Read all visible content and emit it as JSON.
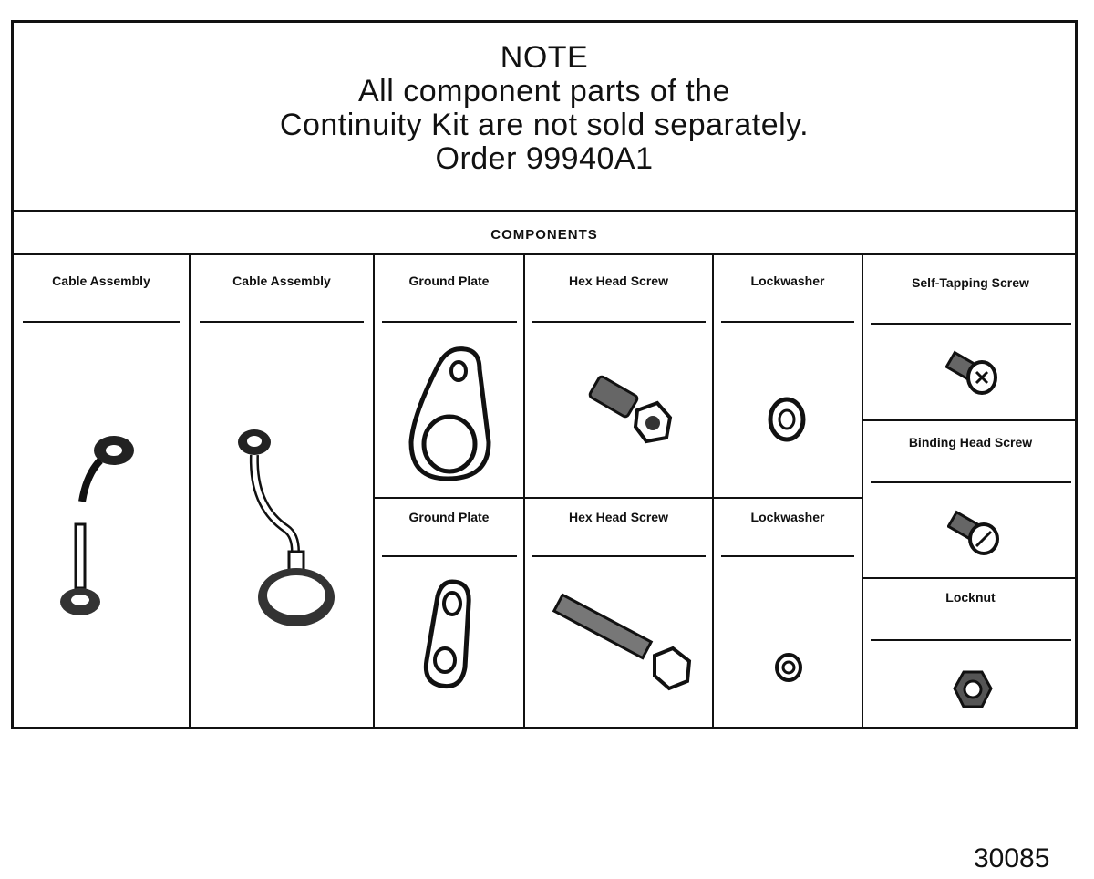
{
  "note": {
    "title": "NOTE",
    "line1": "All component parts of the",
    "line2": "Continuity Kit are not sold separately.",
    "line3": "Order 99940A1"
  },
  "components_header": "COMPONENTS",
  "columns": {
    "col1": "Cable Assembly",
    "col2": "Cable Assembly",
    "col3_top": "Ground Plate",
    "col3_bottom": "Ground Plate",
    "col4_top": "Hex Head Screw",
    "col4_bottom": "Hex Head Screw",
    "col5_top": "Lockwasher",
    "col5_bottom": "Lockwasher",
    "col6_a": "Self-Tapping Screw",
    "col6_b": "Binding Head Screw",
    "col6_c": "Locknut"
  },
  "figure_number": "30085"
}
